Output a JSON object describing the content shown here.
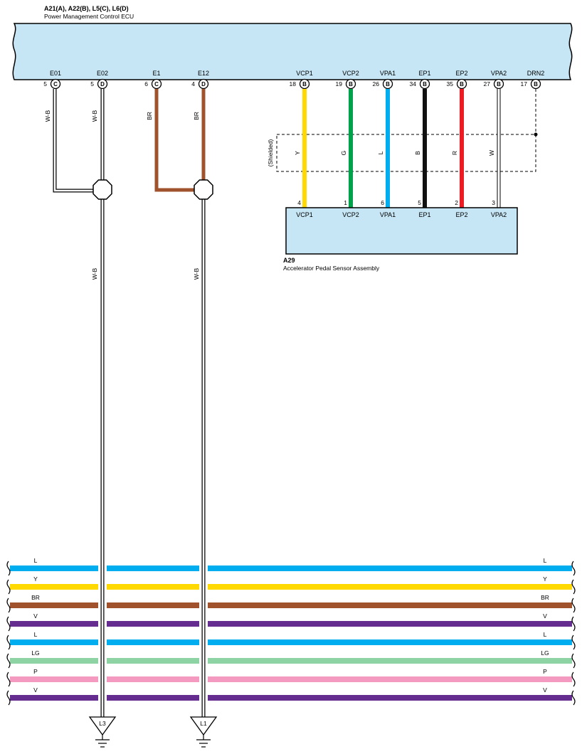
{
  "ecu": {
    "connectors": "A21(A), A22(B), L5(C), L6(D)",
    "name": "Power Management Control ECU",
    "terminals": [
      {
        "name": "E01",
        "pin": "5",
        "conn": "C"
      },
      {
        "name": "E02",
        "pin": "5",
        "conn": "D"
      },
      {
        "name": "E1",
        "pin": "6",
        "conn": "C"
      },
      {
        "name": "E12",
        "pin": "4",
        "conn": "D"
      },
      {
        "name": "VCP1",
        "pin": "18",
        "conn": "B"
      },
      {
        "name": "VCP2",
        "pin": "19",
        "conn": "B"
      },
      {
        "name": "VPA1",
        "pin": "26",
        "conn": "B"
      },
      {
        "name": "EP1",
        "pin": "34",
        "conn": "B"
      },
      {
        "name": "EP2",
        "pin": "35",
        "conn": "B"
      },
      {
        "name": "VPA2",
        "pin": "27",
        "conn": "B"
      },
      {
        "name": "DRN2",
        "pin": "17",
        "conn": "B"
      }
    ]
  },
  "ground_wires": {
    "e01_color": "W-B",
    "e02_color": "W-B",
    "e1_color": "BR",
    "e12_color": "BR",
    "left_trunk_color": "W-B",
    "right_trunk_color": "W-B"
  },
  "shield": {
    "label": "(Shielded)"
  },
  "sensor_wires": [
    {
      "color_code": "Y",
      "hex": "#ffd900",
      "sensor_pin": "4",
      "sensor_term": "VCP1"
    },
    {
      "color_code": "G",
      "hex": "#00a14b",
      "sensor_pin": "1",
      "sensor_term": "VCP2"
    },
    {
      "color_code": "L",
      "hex": "#00aeef",
      "sensor_pin": "6",
      "sensor_term": "VPA1"
    },
    {
      "color_code": "B",
      "hex": "#111111",
      "sensor_pin": "5",
      "sensor_term": "EP1"
    },
    {
      "color_code": "R",
      "hex": "#ed1c24",
      "sensor_pin": "2",
      "sensor_term": "EP2"
    },
    {
      "color_code": "W",
      "hex": "#ffffff",
      "sensor_pin": "3",
      "sensor_term": "VPA2"
    }
  ],
  "sensor": {
    "code": "A29",
    "name": "Accelerator Pedal Sensor Assembly"
  },
  "bus_lines": [
    {
      "label": "L",
      "hex": "#00aeef"
    },
    {
      "label": "Y",
      "hex": "#ffd900"
    },
    {
      "label": "BR",
      "hex": "#a0522d"
    },
    {
      "label": "V",
      "hex": "#662d91"
    },
    {
      "label": "L",
      "hex": "#00aeef"
    },
    {
      "label": "LG",
      "hex": "#8dd3a3"
    },
    {
      "label": "P",
      "hex": "#f49ac1"
    },
    {
      "label": "V",
      "hex": "#662d91"
    }
  ],
  "grounds": [
    {
      "label": "L3"
    },
    {
      "label": "L1"
    }
  ],
  "colors": {
    "box_fill": "#c6e6f5",
    "brown_wire": "#a0522d"
  }
}
